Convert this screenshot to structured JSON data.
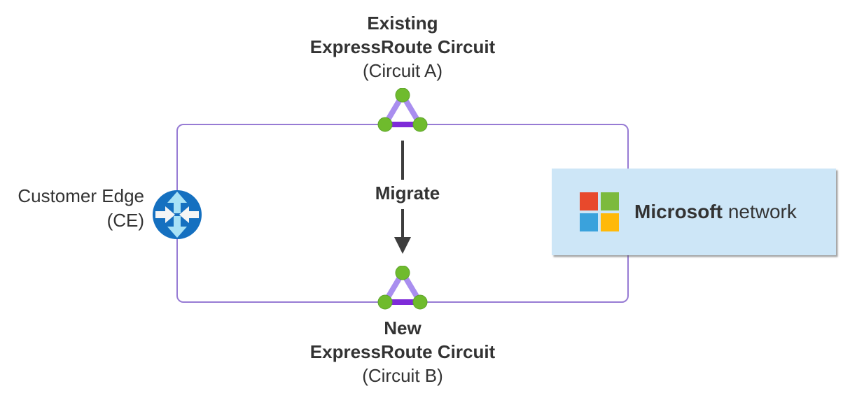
{
  "diagram": {
    "existing_circuit": {
      "line1": "Existing",
      "line2": "ExpressRoute Circuit",
      "line3": "(Circuit A)"
    },
    "new_circuit": {
      "line1": "New",
      "line2": "ExpressRoute Circuit",
      "line3": "(Circuit B)"
    },
    "customer_edge": {
      "line1": "Customer Edge",
      "line2": "(CE)"
    },
    "migrate_label": "Migrate",
    "microsoft_network": {
      "brand": "Microsoft",
      "rest": "network"
    },
    "icons": {
      "expressroute_circuit": "expressroute-circuit-icon (purple triangle with green nodes)",
      "customer_edge_router": "router-icon (blue circle with four arrows)",
      "microsoft_logo": "microsoft-logo-icon (four colored squares)",
      "migrate_arrow": "down-arrow-icon"
    },
    "colors": {
      "loop_border": "#977bd4",
      "triangle_side": "#a98eef",
      "triangle_base": "#7e2bd8",
      "node_green": "#6fbb2d",
      "router_blue": "#1570c0",
      "router_arrow_vertical": "#a8e2f6",
      "router_arrow_horizontal": "#f5f5f5",
      "ms_box_bg": "#cde6f7",
      "ms_logo_red": "#e8492c",
      "ms_logo_green": "#7cba3d",
      "ms_logo_blue": "#3aa2dc",
      "ms_logo_yellow": "#ffb909",
      "arrow_gray": "#3d3d3d",
      "text": "#333333"
    }
  }
}
